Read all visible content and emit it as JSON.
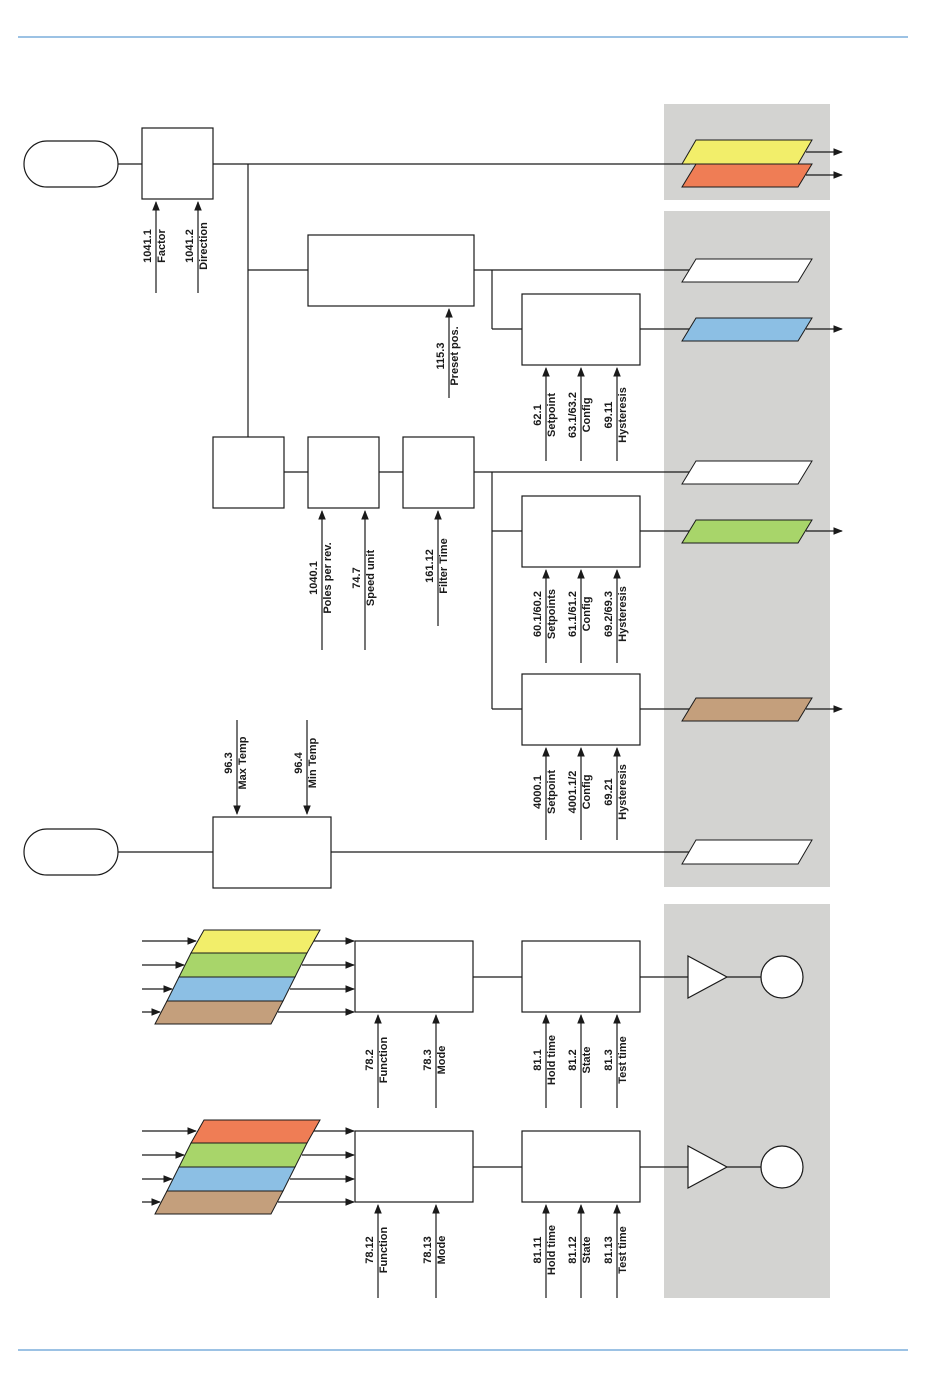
{
  "colors": {
    "yellow": "#f2ee6a",
    "orange": "#ef7d55",
    "white": "#ffffff",
    "blue": "#8cbfe4",
    "green": "#a8d56a",
    "brown": "#c49f7c",
    "zone": "#d3d3d1",
    "rule": "#3a86c8"
  },
  "params": {
    "p1041_1": {
      "num": "1041.1",
      "name": "Factor"
    },
    "p1041_2": {
      "num": "1041.2",
      "name": "Direction"
    },
    "p115_3": {
      "num": "115.3",
      "name": "Preset pos."
    },
    "p62_1": {
      "num": "62.1",
      "name": "Setpoint"
    },
    "p63": {
      "num": "63.1/63.2",
      "name": "Config"
    },
    "p69_11": {
      "num": "69.11",
      "name": "Hysteresis"
    },
    "p1040_1": {
      "num": "1040.1",
      "name": "Poles per rev."
    },
    "p74_7": {
      "num": "74.7",
      "name": "Speed unit"
    },
    "p161_12": {
      "num": "161.12",
      "name": "Filter Time"
    },
    "p60": {
      "num": "60.1/60.2",
      "name": "Setpoints"
    },
    "p61": {
      "num": "61.1/61.2",
      "name": "Config"
    },
    "p69_2": {
      "num": "69.2/69.3",
      "name": "Hysteresis"
    },
    "p4000_1": {
      "num": "4000.1",
      "name": "Setpoint"
    },
    "p4001": {
      "num": "4001.1/2",
      "name": "Config"
    },
    "p69_21": {
      "num": "69.21",
      "name": "Hysteresis"
    },
    "p96_3": {
      "num": "96.3",
      "name": "Max Temp"
    },
    "p96_4": {
      "num": "96.4",
      "name": "Min Temp"
    },
    "p78_2": {
      "num": "78.2",
      "name": "Function"
    },
    "p78_3": {
      "num": "78.3",
      "name": "Mode"
    },
    "p81_1": {
      "num": "81.1",
      "name": "Hold time"
    },
    "p81_2": {
      "num": "81.2",
      "name": "State"
    },
    "p81_3": {
      "num": "81.3",
      "name": "Test time"
    },
    "p78_12": {
      "num": "78.12",
      "name": "Function"
    },
    "p78_13": {
      "num": "78.13",
      "name": "Mode"
    },
    "p81_11": {
      "num": "81.11",
      "name": "Hold time"
    },
    "p81_12": {
      "num": "81.12",
      "name": "State"
    },
    "p81_13": {
      "num": "81.13",
      "name": "Test time"
    }
  }
}
